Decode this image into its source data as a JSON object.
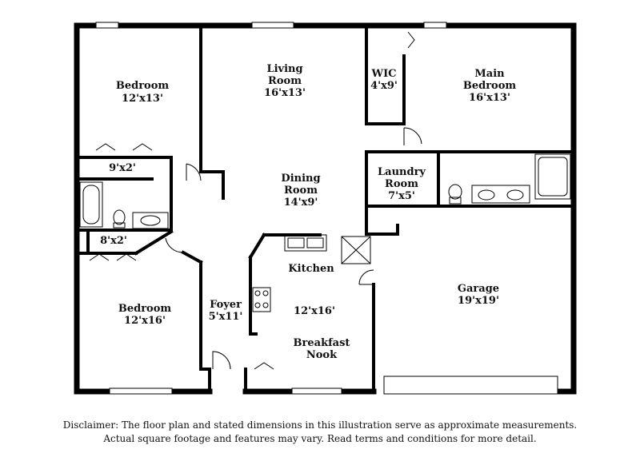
{
  "rooms": {
    "bedroom_top": {
      "name": "Bedroom",
      "dims": "12'x13'"
    },
    "living": {
      "name1": "Living",
      "name2": "Room",
      "dims": "16'x13'"
    },
    "wic": {
      "name": "WIC",
      "dims": "4'x9'"
    },
    "main_bedroom": {
      "name1": "Main",
      "name2": "Bedroom",
      "dims": "16'x13'"
    },
    "closet_top": {
      "dims": "9'x2'"
    },
    "dining": {
      "name1": "Dining",
      "name2": "Room",
      "dims": "14'x9'"
    },
    "laundry": {
      "name1": "Laundry",
      "name2": "Room",
      "dims": "7'x5'"
    },
    "closet_bottom": {
      "dims": "8'x2'"
    },
    "kitchen": {
      "name": "Kitchen",
      "dims": "12'x16'"
    },
    "garage": {
      "name": "Garage",
      "dims": "19'x19'"
    },
    "bedroom_bottom": {
      "name": "Bedroom",
      "dims": "12'x16'"
    },
    "foyer": {
      "name": "Foyer",
      "dims": "5'x11'"
    },
    "breakfast": {
      "name1": "Breakfast",
      "name2": "Nook"
    }
  },
  "disclaimer": {
    "line1": "Disclaimer: The floor plan and stated dimensions in this illustration serve as approximate measurements.",
    "line2": "Actual square footage and features may vary. Read terms and conditions for more detail."
  }
}
